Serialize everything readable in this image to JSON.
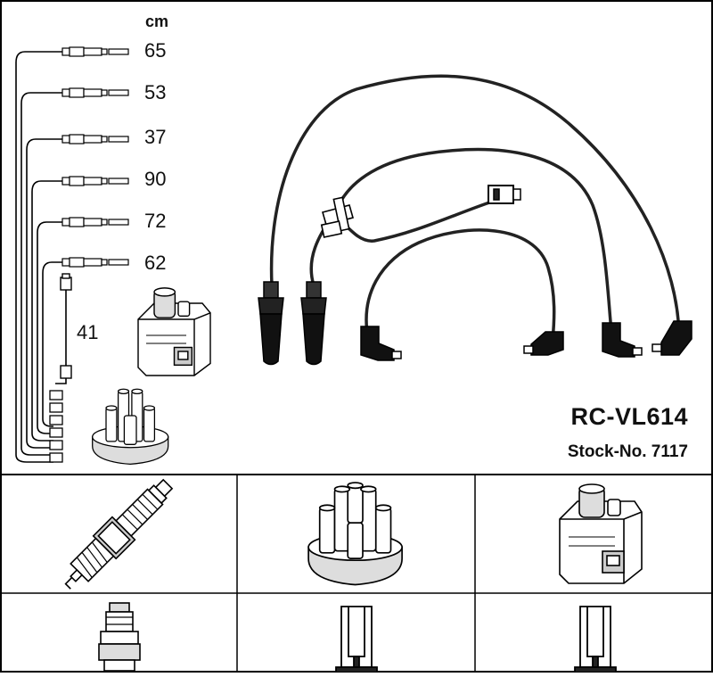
{
  "header": {
    "unit": "cm"
  },
  "lead_lengths": [
    {
      "value": "65"
    },
    {
      "value": "53"
    },
    {
      "value": "37"
    },
    {
      "value": "90"
    },
    {
      "value": "72"
    },
    {
      "value": "62"
    }
  ],
  "coil_lead_length": "41",
  "product": {
    "part_number": "RC-VL614",
    "stock_number": "Stock-No. 7117"
  },
  "icons": {
    "coil": "ignition-coil-icon",
    "distributor": "distributor-cap-icon",
    "spark_plug": "spark-plug-icon",
    "plug_terminal": "plug-terminal-icon",
    "cap_terminal": "cap-terminal-icon",
    "coil_terminal": "coil-terminal-icon"
  },
  "colors": {
    "line": "#000000",
    "fill": "#ffffff",
    "shade": "#cfcfcf",
    "cable": "#222222"
  }
}
